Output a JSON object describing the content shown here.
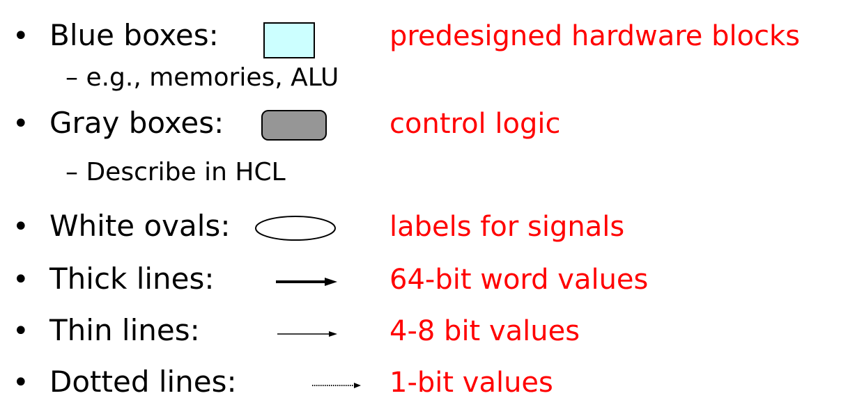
{
  "items": [
    {
      "bullet": "•",
      "term": "Blue boxes:",
      "symbol": "blue-box",
      "description": "predesigned hardware blocks",
      "sub": "– e.g., memories, ALU"
    },
    {
      "bullet": "•",
      "term": "Gray boxes:",
      "symbol": "gray-box",
      "description": "control logic",
      "sub": "– Describe in HCL"
    },
    {
      "bullet": "•",
      "term": "White ovals:",
      "symbol": "white-oval",
      "description": "labels for signals"
    },
    {
      "bullet": "•",
      "term": "Thick lines:",
      "symbol": "thick-arrow",
      "description": "64-bit word values"
    },
    {
      "bullet": "•",
      "term": "Thin lines:",
      "symbol": "thin-arrow",
      "description": "4-8 bit values"
    },
    {
      "bullet": "•",
      "term": "Dotted lines:",
      "symbol": "dotted-arrow",
      "description": "1-bit values"
    }
  ],
  "colors": {
    "term_text": "#000000",
    "description_text": "#ff0000",
    "blue_box_fill": "#ccffff",
    "gray_box_fill": "#969696"
  }
}
